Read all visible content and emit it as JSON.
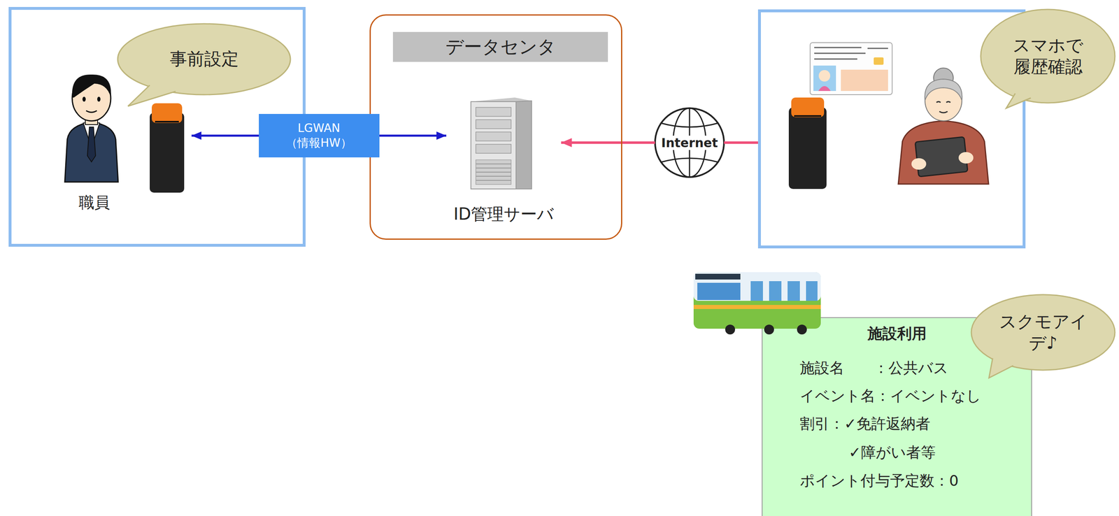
{
  "diagram": {
    "nodes": [
      {
        "text": []
      },
      {
        "text": [
          "事前設定"
        ],
        "in": 0
      },
      {
        "text": [
          "職員"
        ],
        "in": 0
      },
      {
        "text": []
      },
      {
        "text": [
          "データセンタ"
        ],
        "in": 3
      },
      {
        "text": [
          "ID管理サーバ"
        ],
        "in": 3
      },
      {
        "text": [
          "Internet"
        ]
      },
      {
        "text": []
      },
      {
        "text": [
          "スマホで 履歴確認"
        ]
      },
      {
        "text": [
          "施設利用",
          "施設名　　：公共バス",
          "イベント名：イベントなし",
          "割引：✓免許返納者",
          "✓障がい者等",
          "ポイント付与予定数：0"
        ]
      },
      {
        "text": [
          "スクモアイ デ♪"
        ]
      }
    ],
    "edges": [
      {
        "from": 2,
        "to": 5,
        "arrow": "both",
        "label": "LGWAN （情報HW）"
      },
      {
        "from": 7,
        "to": 6,
        "arrow": "none"
      },
      {
        "from": 6,
        "to": 5,
        "arrow": "to"
      }
    ]
  }
}
